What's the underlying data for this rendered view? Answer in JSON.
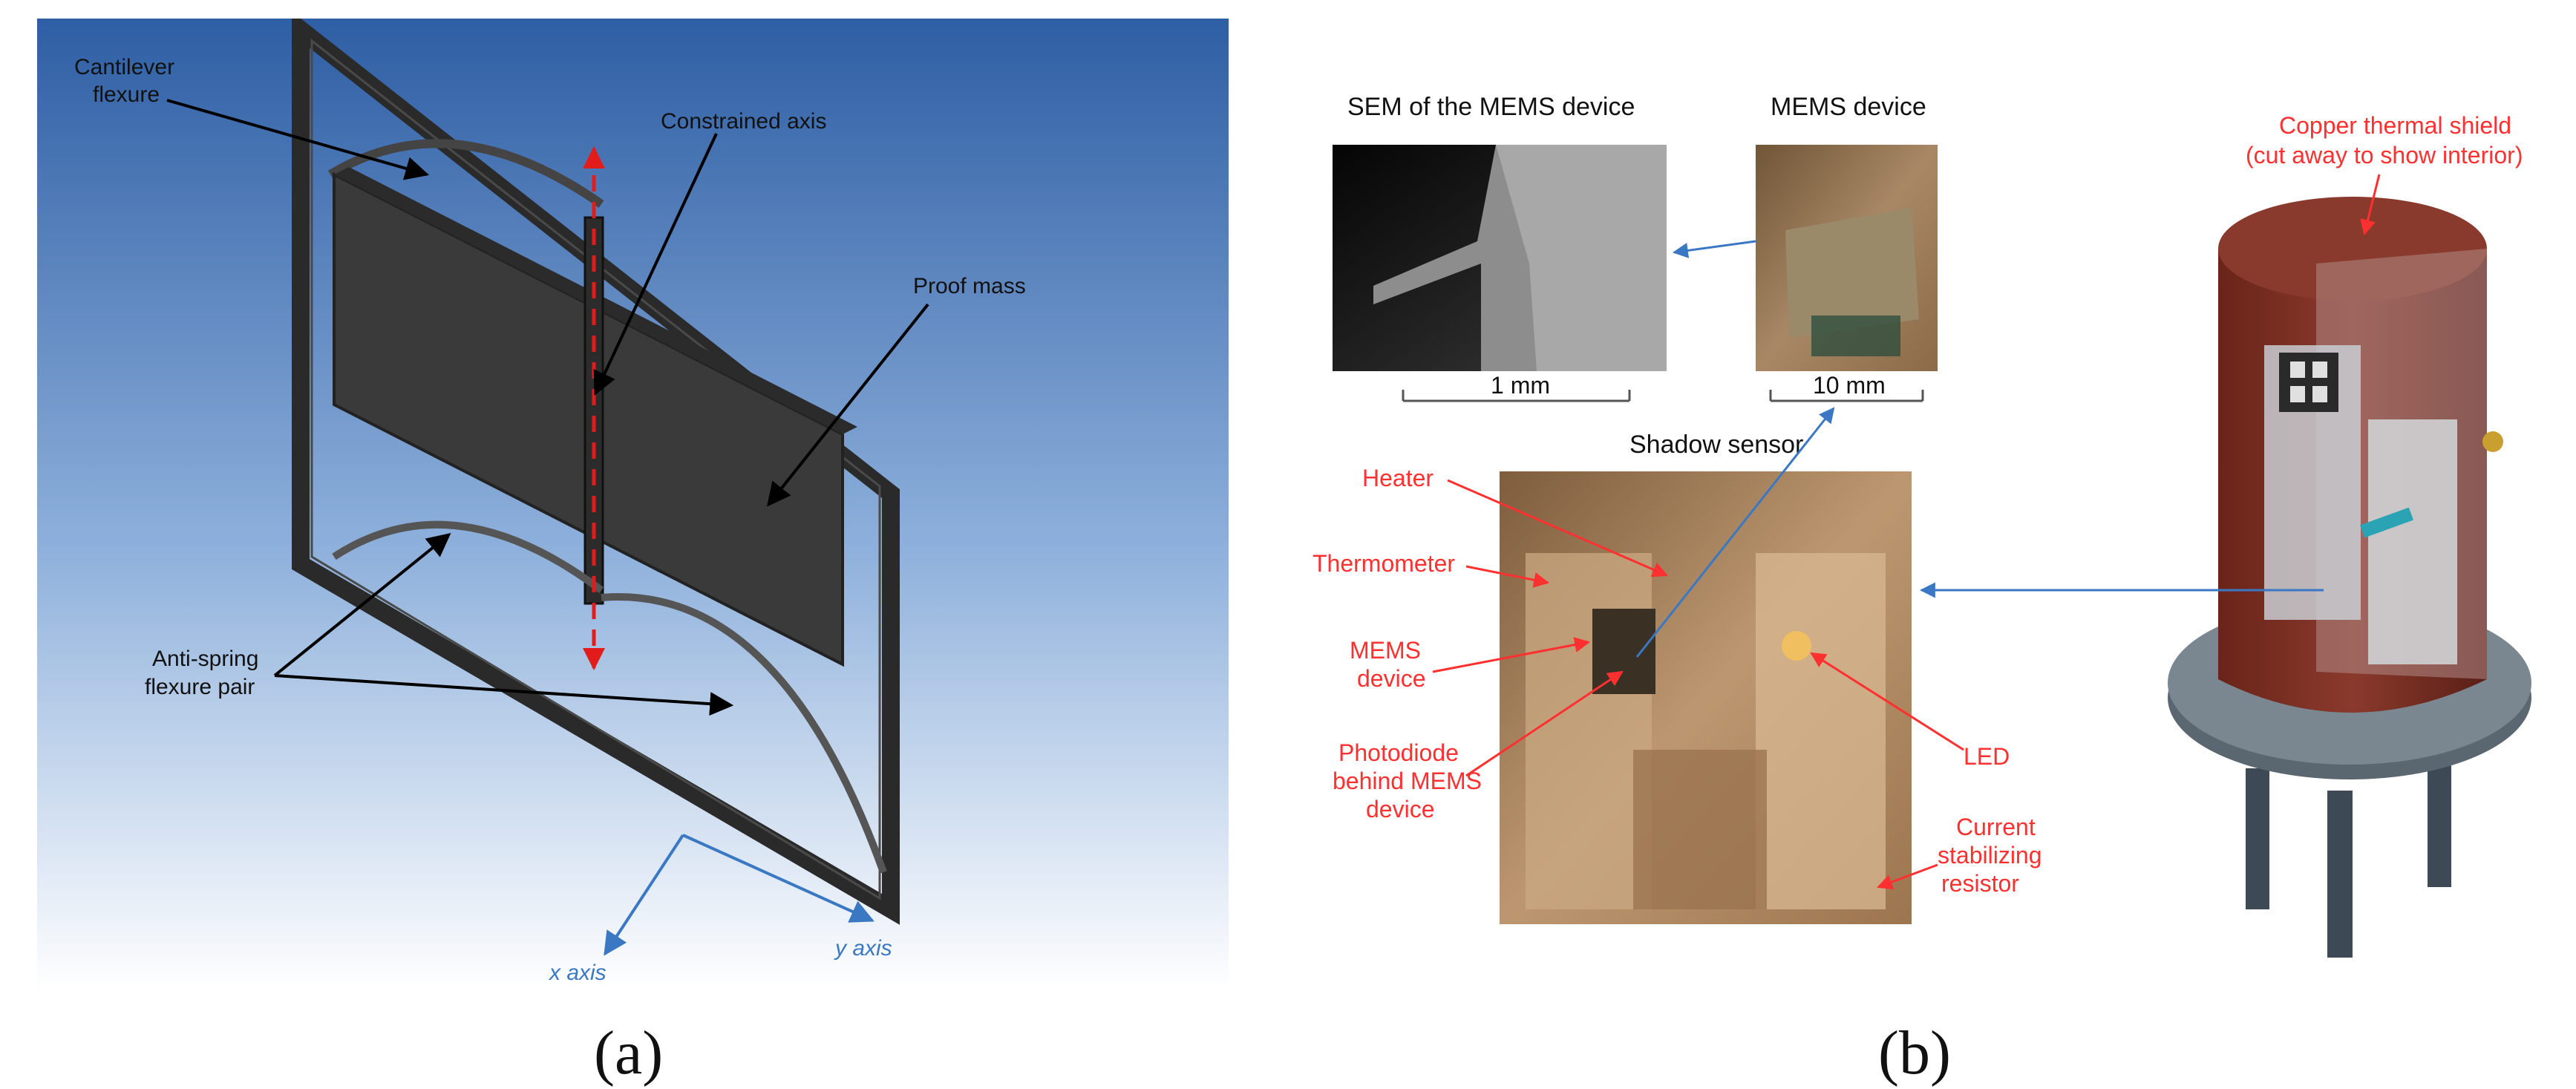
{
  "panel_a": {
    "labels": {
      "cantilever_flexure": [
        "Cantilever",
        "flexure"
      ],
      "constrained_axis": "Constrained axis",
      "proof_mass": "Proof mass",
      "anti_spring": [
        "Anti-spring",
        "flexure pair"
      ],
      "x_axis": "x axis",
      "y_axis": "y axis"
    },
    "caption": "(a)"
  },
  "panel_b": {
    "titles": {
      "sem": "SEM of the MEMS device",
      "mems": "MEMS device",
      "shadow": "Shadow sensor"
    },
    "scale_bars": {
      "sem": "1 mm",
      "mems": "10 mm"
    },
    "labels": {
      "heater": "Heater",
      "thermometer": "Thermometer",
      "mems_device": [
        "MEMS",
        "device"
      ],
      "photodiode": [
        "Photodiode",
        "behind MEMS",
        "device"
      ],
      "led": "LED",
      "current_resistor": [
        "Current",
        "stabilizing",
        "resistor"
      ],
      "copper_shield": [
        "Copper thermal shield",
        "(cut away to show interior)"
      ]
    },
    "caption": "(b)"
  },
  "colors": {
    "gradient_top": "#2e5ea4",
    "gradient_bottom": "#ffffff",
    "axis_blue": "#3b78c4",
    "red_label": "#ff3030",
    "copper": "#7a2e22"
  }
}
